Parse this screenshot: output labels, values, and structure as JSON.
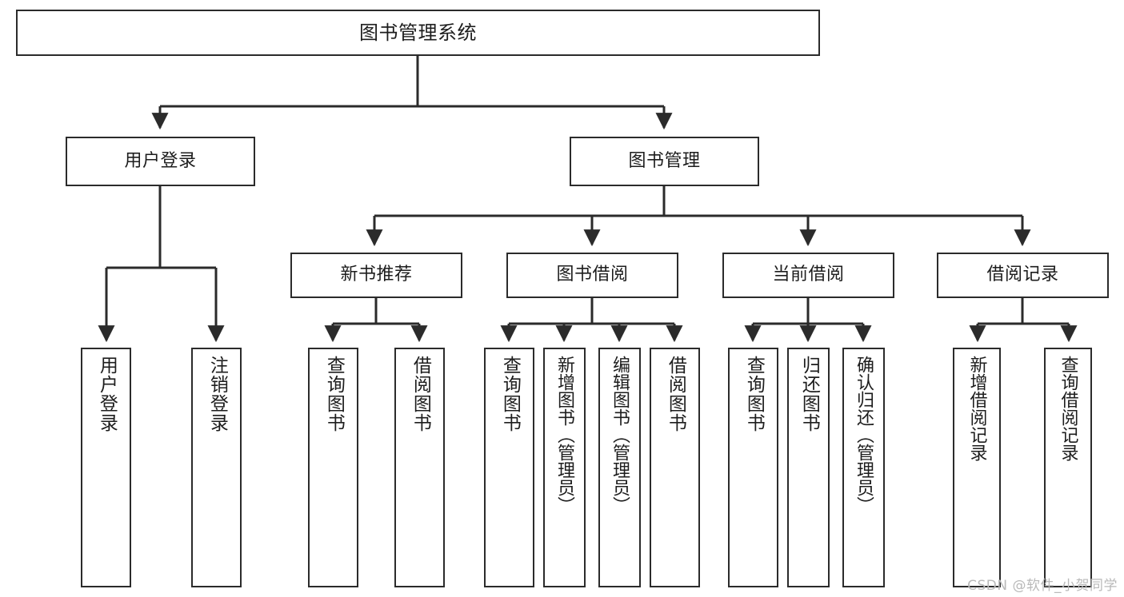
{
  "diagram": {
    "title": "图书管理系统",
    "type": "hierarchy-tree",
    "line_color": "#2b2b2b",
    "box_fill": "#ffffff",
    "text_color": "#1d1d1d",
    "root": {
      "label": "图书管理系统"
    },
    "level2": [
      {
        "label": "用户登录"
      },
      {
        "label": "图书管理"
      }
    ],
    "level3": [
      {
        "label": "新书推荐"
      },
      {
        "label": "图书借阅"
      },
      {
        "label": "当前借阅"
      },
      {
        "label": "借阅记录"
      }
    ],
    "leaves": {
      "user_login": [
        {
          "label": "用户登录"
        },
        {
          "label": "注销登录"
        }
      ],
      "new_book_recommend": [
        {
          "label": "查询图书"
        },
        {
          "label": "借阅图书"
        }
      ],
      "book_borrow": [
        {
          "label": "查询图书"
        },
        {
          "label": "新增图书（管理员）"
        },
        {
          "label": "编辑图书（管理员）"
        },
        {
          "label": "借阅图书"
        }
      ],
      "current_borrow": [
        {
          "label": "查询图书"
        },
        {
          "label": "归还图书"
        },
        {
          "label": "确认归还（管理员）"
        }
      ],
      "borrow_records": [
        {
          "label": "新增借阅记录"
        },
        {
          "label": "查询借阅记录"
        }
      ]
    }
  },
  "watermark": "CSDN @软件_小贺同学"
}
